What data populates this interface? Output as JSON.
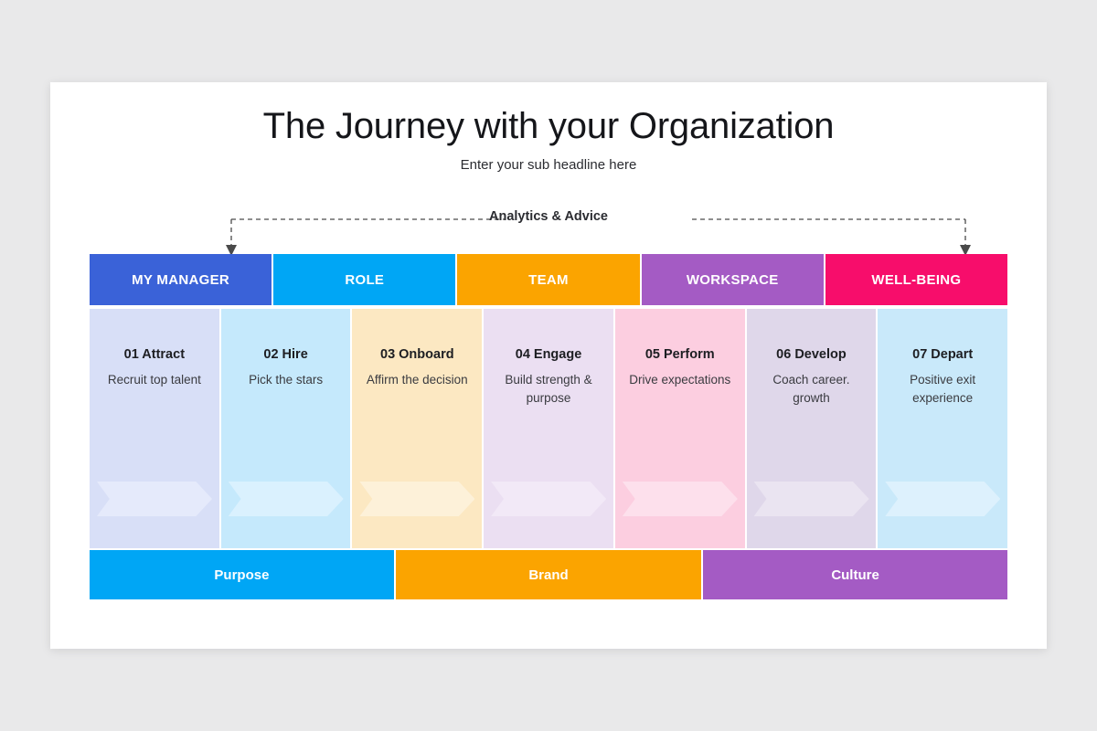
{
  "slide": {
    "title": "The Journey with your Organization",
    "subtitle": "Enter your sub headline here",
    "background_color": "#e9e9ea",
    "card_color": "#ffffff"
  },
  "connector": {
    "label": "Analytics & Advice",
    "line_color": "#4a4a4a",
    "style": "dashed-bracket-with-down-arrows"
  },
  "header": {
    "items": [
      {
        "label": "MY MANAGER",
        "color": "#3a62d8"
      },
      {
        "label": "ROLE",
        "color": "#00a6f5"
      },
      {
        "label": "TEAM",
        "color": "#fba400"
      },
      {
        "label": "WORKSPACE",
        "color": "#a45bc4"
      },
      {
        "label": "WELL-BEING",
        "color": "#f70d6b"
      }
    ]
  },
  "steps": [
    {
      "number": "01",
      "name": "Attract",
      "title": "01 Attract",
      "desc": "Recruit top talent",
      "color": "#d8dff7",
      "chevron_color": "#e5eafb"
    },
    {
      "number": "02",
      "name": "Hire",
      "title": "02 Hire",
      "desc": "Pick the stars",
      "color": "#c5e9fc",
      "chevron_color": "#daf1fe"
    },
    {
      "number": "03",
      "name": "Onboard",
      "title": "03 Onboard",
      "desc": "Affirm the decision",
      "color": "#fce8c2",
      "chevron_color": "#fdf1d9"
    },
    {
      "number": "04",
      "name": "Engage",
      "title": "04 Engage",
      "desc": "Build strength & purpose",
      "color": "#ebdff2",
      "chevron_color": "#f2e9f7"
    },
    {
      "number": "05",
      "name": "Perform",
      "title": "05 Perform",
      "desc": "Drive expectations",
      "color": "#fccee0",
      "chevron_color": "#fde0ec"
    },
    {
      "number": "06",
      "name": "Develop",
      "title": "06 Develop",
      "desc": "Coach career. growth",
      "color": "#dfd7ea",
      "chevron_color": "#eae4f1"
    },
    {
      "number": "07",
      "name": "Depart",
      "title": "07 Depart",
      "desc": "Positive exit experience",
      "color": "#c9e9fa",
      "chevron_color": "#ddf1fd"
    }
  ],
  "footer": {
    "items": [
      {
        "label": "Purpose",
        "color": "#00a6f5",
        "span": 2.33
      },
      {
        "label": "Brand",
        "color": "#fba400",
        "span": 2.34
      },
      {
        "label": "Culture",
        "color": "#a45bc4",
        "span": 2.33
      }
    ]
  }
}
